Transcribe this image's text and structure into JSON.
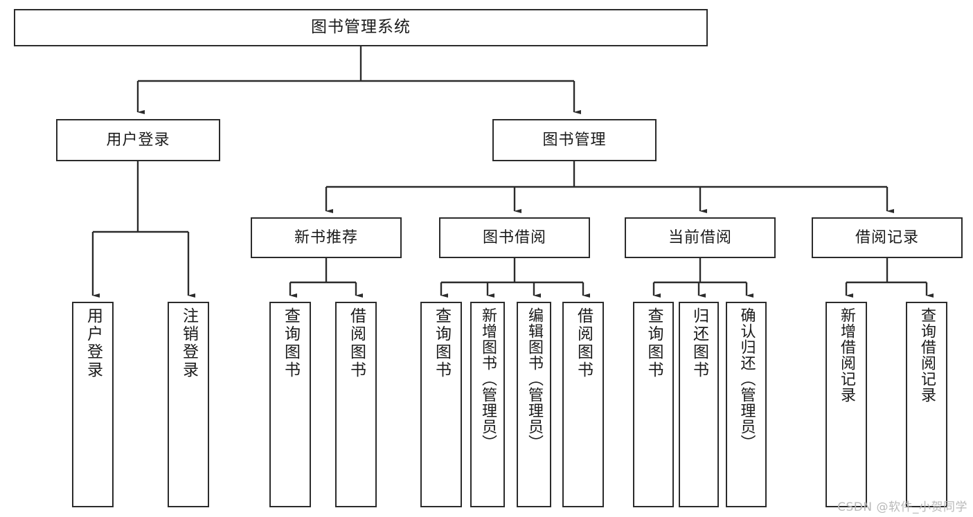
{
  "diagram": {
    "type": "tree",
    "title": "图书管理系统",
    "watermark": "CSDN @软件_小贺同学",
    "colors": {
      "box_border": "#2b2b2b",
      "box_fill": "#ffffff",
      "connector": "#2b2b2b",
      "text": "#1a1a1a",
      "watermark": "#b9b9b9",
      "background": "#ffffff"
    },
    "nodes": {
      "root": {
        "label": "图书管理系统"
      },
      "level2": [
        {
          "id": "user-login",
          "label": "用户登录"
        },
        {
          "id": "book-manage",
          "label": "图书管理"
        }
      ],
      "level3": [
        {
          "id": "new-book-recommend",
          "label": "新书推荐"
        },
        {
          "id": "book-borrow",
          "label": "图书借阅"
        },
        {
          "id": "current-borrow",
          "label": "当前借阅"
        },
        {
          "id": "borrow-record",
          "label": "借阅记录"
        }
      ],
      "leaves": {
        "user_login": [
          {
            "id": "leaf-user-login",
            "label": "用户登录"
          },
          {
            "id": "leaf-logout",
            "label": "注销登录"
          }
        ],
        "new_book_recommend": [
          {
            "id": "leaf-query-book-1",
            "label": "查询图书"
          },
          {
            "id": "leaf-borrow-book-1",
            "label": "借阅图书"
          }
        ],
        "book_borrow": [
          {
            "id": "leaf-query-book-2",
            "label": "查询图书"
          },
          {
            "id": "leaf-add-book",
            "label": "新增图书（管理员）"
          },
          {
            "id": "leaf-edit-book",
            "label": "编辑图书（管理员）"
          },
          {
            "id": "leaf-borrow-book-2",
            "label": "借阅图书"
          }
        ],
        "current_borrow": [
          {
            "id": "leaf-query-book-3",
            "label": "查询图书"
          },
          {
            "id": "leaf-return-book",
            "label": "归还图书"
          },
          {
            "id": "leaf-confirm-return",
            "label": "确认归还（管理员）"
          }
        ],
        "borrow_record": [
          {
            "id": "leaf-add-record",
            "label": "新增借阅记录"
          },
          {
            "id": "leaf-query-record",
            "label": "查询借阅记录"
          }
        ]
      }
    }
  }
}
